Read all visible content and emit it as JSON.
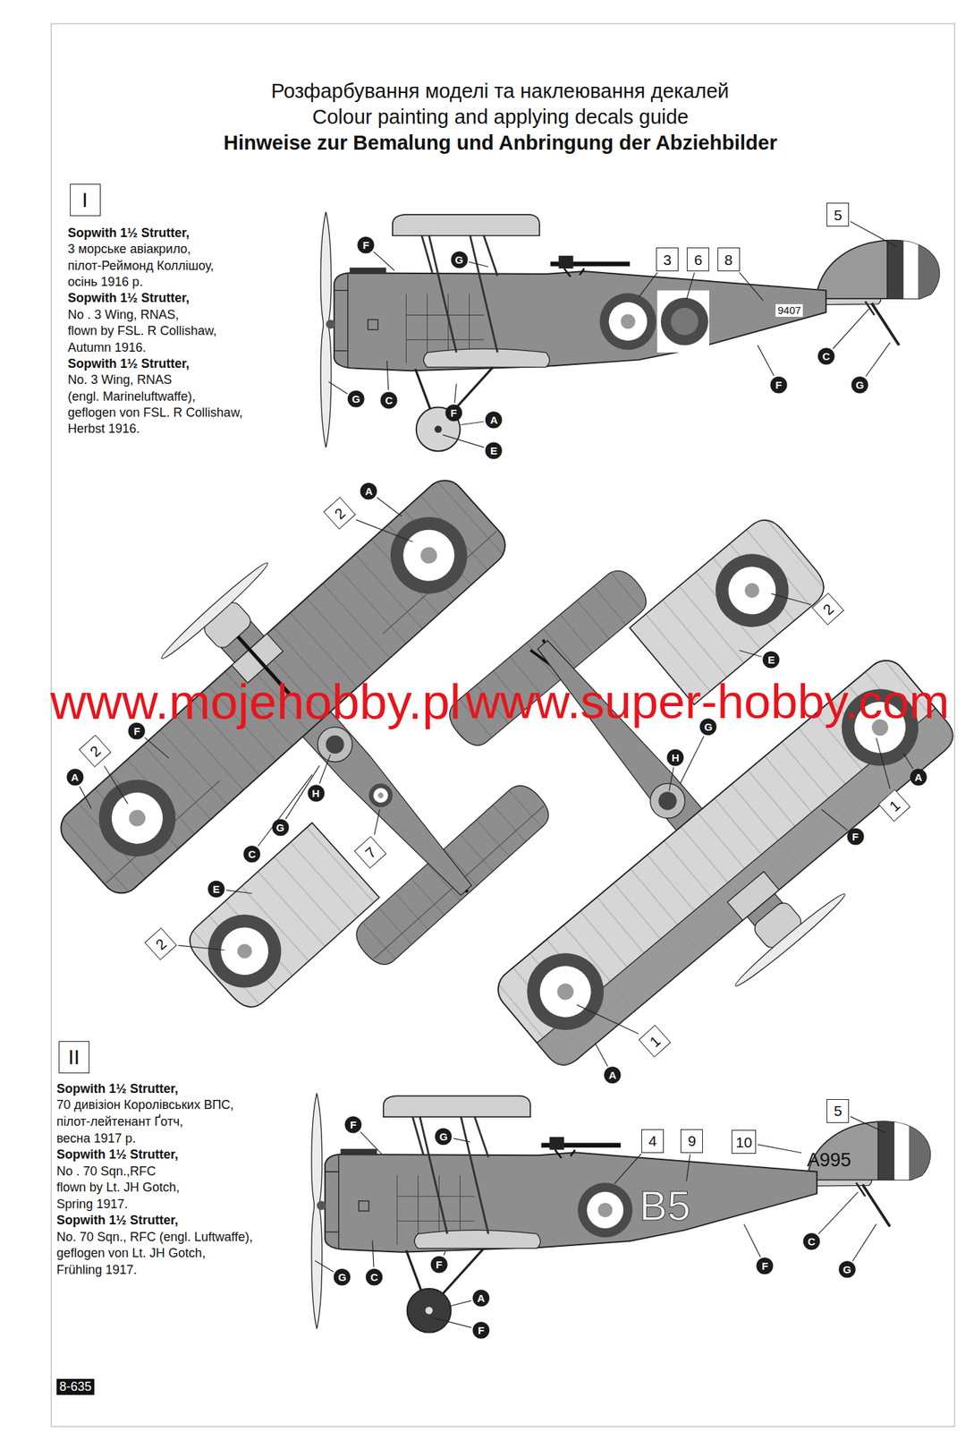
{
  "diagram": {
    "title": "Розфарбування моделі та наклеювання декалей",
    "nodes": [
      {
        "text": [
          "I"
        ]
      },
      {
        "text": [
          "3"
        ]
      },
      {
        "text": [
          "6"
        ]
      },
      {
        "text": [
          "8"
        ]
      },
      {
        "text": [
          "5"
        ]
      },
      {
        "text": [
          "F"
        ]
      },
      {
        "text": [
          "G"
        ]
      },
      {
        "text": [
          "C"
        ]
      },
      {
        "text": [
          "G"
        ]
      },
      {
        "text": [
          "F"
        ]
      },
      {
        "text": [
          "F"
        ]
      },
      {
        "text": [
          "C"
        ]
      },
      {
        "text": [
          "G"
        ]
      },
      {
        "text": [
          "A"
        ]
      },
      {
        "text": [
          "E"
        ]
      },
      {
        "text": [
          "2"
        ]
      },
      {
        "text": [
          "A"
        ]
      },
      {
        "text": [
          "F"
        ]
      },
      {
        "text": [
          "2"
        ]
      },
      {
        "text": [
          "A"
        ]
      },
      {
        "text": [
          "H"
        ]
      },
      {
        "text": [
          "G"
        ]
      },
      {
        "text": [
          "C"
        ]
      },
      {
        "text": [
          "7"
        ]
      },
      {
        "text": [
          "E"
        ]
      },
      {
        "text": [
          "2"
        ]
      },
      {
        "text": [
          "2"
        ]
      },
      {
        "text": [
          "E"
        ]
      },
      {
        "text": [
          "G"
        ]
      },
      {
        "text": [
          "H"
        ]
      },
      {
        "text": [
          "A"
        ]
      },
      {
        "text": [
          "1"
        ]
      },
      {
        "text": [
          "F"
        ]
      },
      {
        "text": [
          "1"
        ]
      },
      {
        "text": [
          "A"
        ]
      },
      {
        "text": [
          "II"
        ]
      },
      {
        "text": [
          "4"
        ]
      },
      {
        "text": [
          "9"
        ]
      },
      {
        "text": [
          "10"
        ]
      },
      {
        "text": [
          "5"
        ]
      },
      {
        "text": [
          "F"
        ]
      },
      {
        "text": [
          "G"
        ]
      },
      {
        "text": [
          "C"
        ]
      },
      {
        "text": [
          "F"
        ]
      },
      {
        "text": [
          "G"
        ]
      },
      {
        "text": [
          "C"
        ]
      },
      {
        "text": [
          "G"
        ]
      },
      {
        "text": [
          "F"
        ]
      },
      {
        "text": [
          "A"
        ]
      },
      {
        "text": [
          "F"
        ]
      }
    ],
    "labels": [
      "Colour painting and applying decals guide",
      "Hinweise zur Bemalung und Anbringung der Abziehbilder",
      "Sopwith 1½ Strutter,",
      "3 морське авіакрило,",
      "пілот-Реймонд Коллішоу,",
      "осінь 1916 р.",
      "Sopwith 1½ Strutter,",
      "No . 3 Wing, RNAS,",
      "flown by FSL. R Collishaw,",
      "Autumn 1916.",
      "Sopwith 1½ Strutter,",
      "No. 3 Wing, RNAS",
      "(engl. Marineluftwaffe),",
      "geflogen von FSL. R Collishaw,",
      "Herbst 1916.",
      "Sopwith 1½ Strutter,",
      "70 дивізіон Королівських ВПС,",
      "пілот-лейтенант Ґотч,",
      "весна 1917 р.",
      "Sopwith 1½ Strutter,",
      "No . 70 Sqn.,RFC",
      "flown by Lt. JH Gotch,",
      "Spring 1917.",
      "Sopwith 1½ Strutter,",
      "No. 70 Sqn., RFC (engl. Luftwaffe),",
      "geflogen von Lt. JH Gotch,",
      "Frühling 1917.",
      "9407",
      "B5",
      "A995",
      "www.mojehobby.pl",
      "www.super-hobby.com",
      "8-635"
    ]
  }
}
